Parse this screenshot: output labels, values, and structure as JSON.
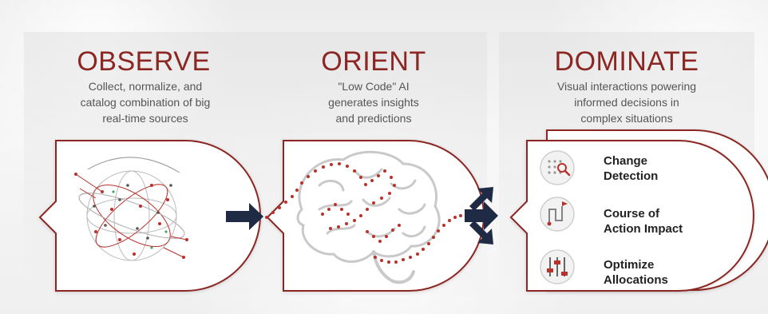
{
  "stages": [
    {
      "title": "OBSERVE",
      "description": "Collect, normalize, and\ncatalog combination of big\nreal-time sources"
    },
    {
      "title": "ORIENT",
      "description": "\"Low Code\" AI\ngenerates insights\nand predictions"
    },
    {
      "title": "DOMINATE",
      "description": "Visual interactions powering\ninformed decisions in\ncomplex situations"
    }
  ],
  "dominate_items": [
    {
      "label": "Change\nDetection",
      "icon": "change-detection-icon"
    },
    {
      "label": "Course of\nAction Impact",
      "icon": "course-of-action-icon"
    },
    {
      "label": "Optimize\nAllocations",
      "icon": "optimize-allocations-icon"
    }
  ],
  "colors": {
    "accent": "#8b2622",
    "dots": "#b8322c",
    "arrow": "#1f2a44",
    "text": "#555555"
  }
}
